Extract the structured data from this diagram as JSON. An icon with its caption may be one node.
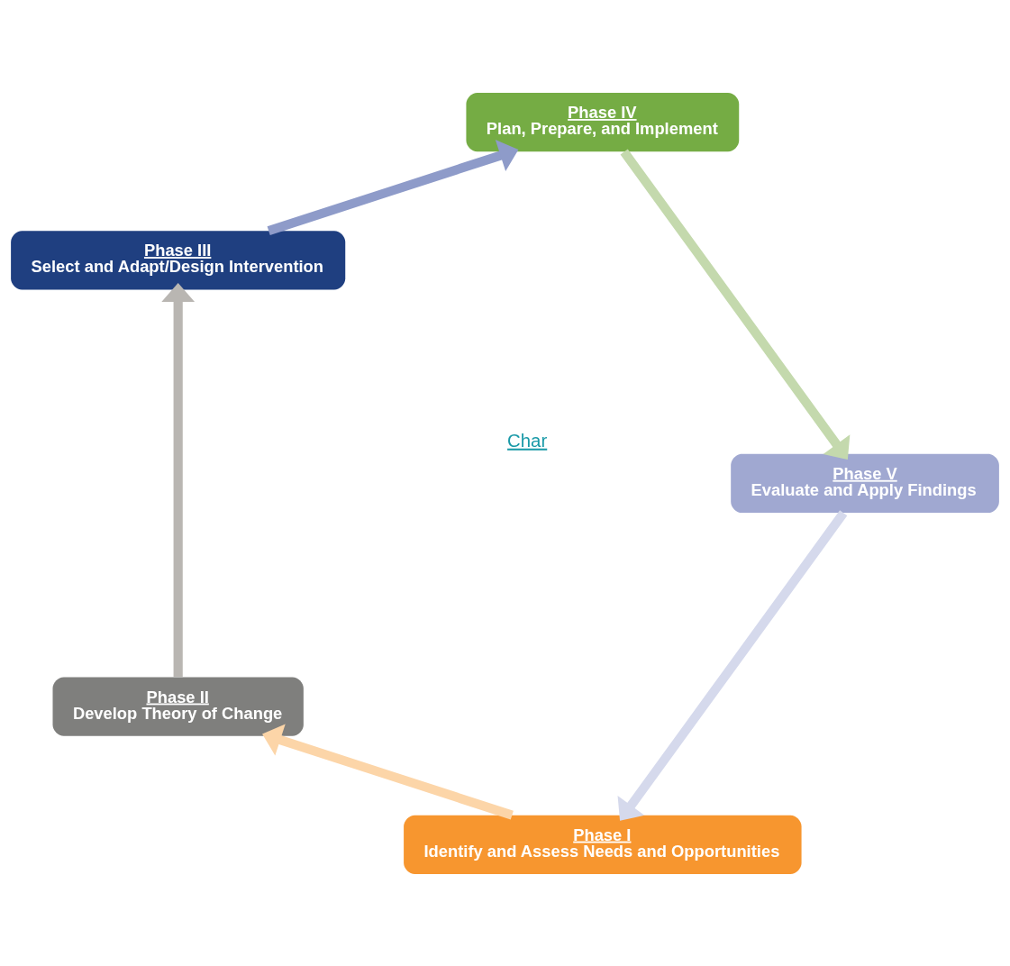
{
  "diagram": {
    "nodes": [
      {
        "text": [
          "Phase I",
          "Identify and Assess Needs and Opportunities"
        ]
      },
      {
        "text": [
          "Phase II",
          "Develop Theory of Change"
        ]
      },
      {
        "text": [
          "Phase III",
          "Select and Adapt/Design Intervention"
        ]
      },
      {
        "text": [
          "Phase IV",
          "Plan, Prepare, and Implement"
        ]
      },
      {
        "text": [
          "Phase V",
          "Evaluate and Apply Findings"
        ]
      }
    ],
    "edges": [
      {
        "from": 0,
        "to": 1,
        "arrow": "to",
        "color": "#fcd5a8"
      },
      {
        "from": 1,
        "to": 2,
        "arrow": "to",
        "color": "#b9b6b2"
      },
      {
        "from": 2,
        "to": 3,
        "arrow": "to",
        "color": "#8e9bc9"
      },
      {
        "from": 3,
        "to": 4,
        "arrow": "to",
        "color": "#c4d9ad"
      },
      {
        "from": 4,
        "to": 0,
        "arrow": "to",
        "color": "#d5d9ec"
      }
    ],
    "labels": [
      "Char"
    ]
  }
}
